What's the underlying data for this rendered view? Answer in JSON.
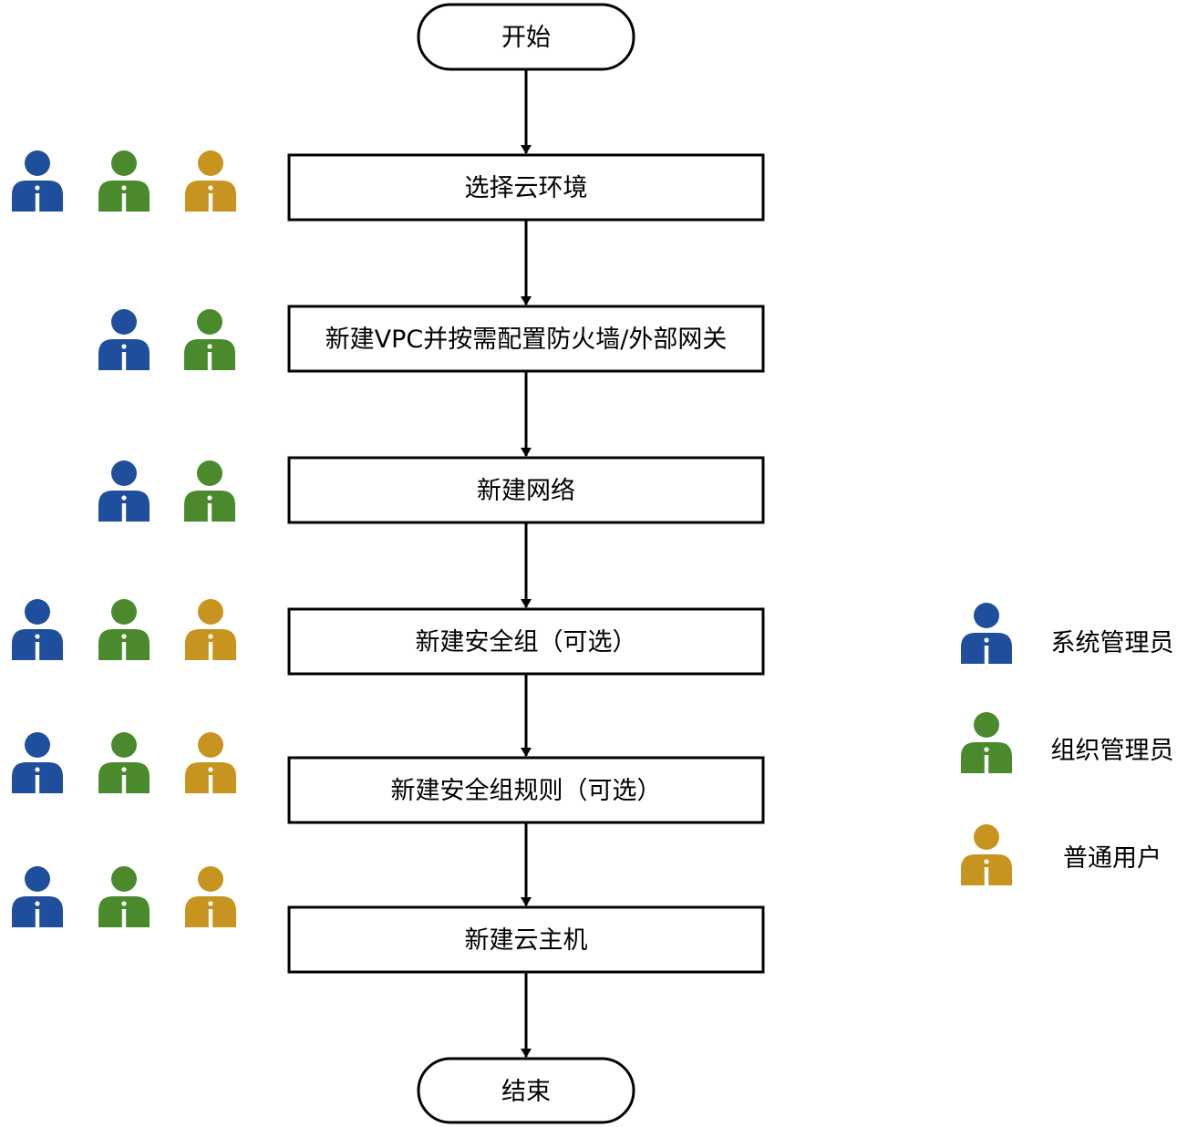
{
  "start": {
    "label": "开始"
  },
  "end": {
    "label": "结束"
  },
  "colors": {
    "sys_admin": "#1f4e9c",
    "org_admin": "#4a8a2c",
    "user": "#c7951f",
    "stroke": "#000000"
  },
  "steps": [
    {
      "label": "选择云环境",
      "roles": [
        "sys_admin",
        "org_admin",
        "user"
      ]
    },
    {
      "label": "新建VPC并按需配置防火墙/外部网关",
      "roles": [
        "sys_admin",
        "org_admin"
      ]
    },
    {
      "label": "新建网络",
      "roles": [
        "sys_admin",
        "org_admin"
      ]
    },
    {
      "label": "新建安全组（可选）",
      "roles": [
        "sys_admin",
        "org_admin",
        "user"
      ]
    },
    {
      "label": "新建安全组规则（可选）",
      "roles": [
        "sys_admin",
        "org_admin",
        "user"
      ]
    },
    {
      "label": "新建云主机",
      "roles": [
        "sys_admin",
        "org_admin",
        "user"
      ]
    }
  ],
  "legend": [
    {
      "role": "sys_admin",
      "label": "系统管理员"
    },
    {
      "role": "org_admin",
      "label": "组织管理员"
    },
    {
      "role": "user",
      "label": "普通用户"
    }
  ]
}
